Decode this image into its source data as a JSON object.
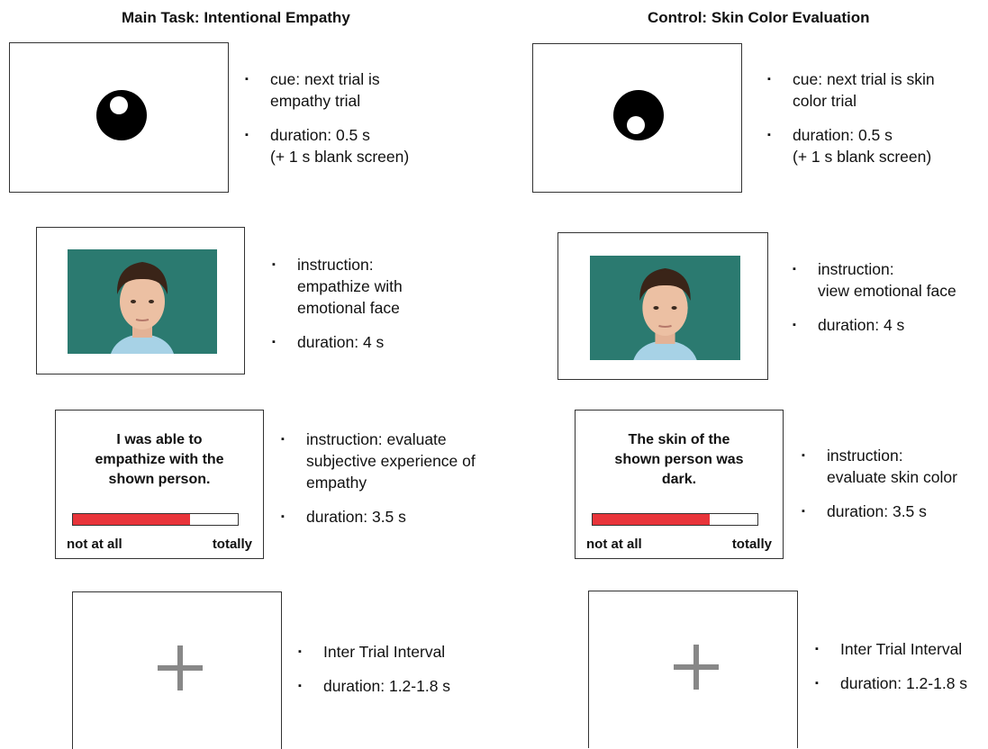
{
  "left": {
    "title": "Main Task: Intentional Empathy",
    "cue": {
      "icon": "cue-dot-upper-icon",
      "bullets": [
        "cue: next trial is\nempathy trial",
        "duration: 0.5 s\n(+ 1 s blank screen)"
      ]
    },
    "stimulus": {
      "bullets": [
        "instruction:\nempathize with\nemotional face",
        "duration: 4 s"
      ]
    },
    "rating": {
      "question": "I was able to\nempathize with the\nshown person.",
      "low_anchor": "not at all",
      "high_anchor": "totally",
      "fill_fraction": 0.71,
      "bullets": [
        "instruction: evaluate\nsubjective experience of\nempathy",
        "duration: 3.5 s"
      ]
    },
    "iti": {
      "bullets": [
        "Inter Trial Interval",
        "duration: 1.2-1.8 s"
      ]
    }
  },
  "right": {
    "title": "Control: Skin Color Evaluation",
    "cue": {
      "icon": "cue-dot-lower-icon",
      "bullets": [
        "cue: next trial is skin\ncolor trial",
        "duration: 0.5 s\n(+ 1 s blank screen)"
      ]
    },
    "stimulus": {
      "bullets": [
        "instruction:\nview emotional face",
        "duration: 4 s"
      ]
    },
    "rating": {
      "question": "The skin of the\nshown person was\ndark.",
      "low_anchor": "not at all",
      "high_anchor": "totally",
      "fill_fraction": 0.71,
      "bullets": [
        "instruction:\nevaluate skin color",
        "duration: 3.5 s"
      ]
    },
    "iti": {
      "bullets": [
        "Inter Trial Interval",
        "duration: 1.2-1.8 s"
      ]
    }
  },
  "colors": {
    "rating_fill": "#e8343a",
    "face_background": "#2b7a70",
    "cross": "#888888"
  }
}
